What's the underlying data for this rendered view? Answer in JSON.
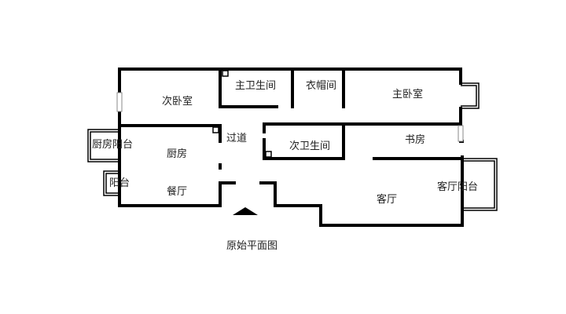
{
  "plan": {
    "caption": "原始平面图",
    "rooms": {
      "second_bedroom": "次卧室",
      "master_bath": "主卫生间",
      "cloakroom": "衣帽间",
      "master_bedroom": "主卧室",
      "kitchen_balcony": "厨房阳台",
      "kitchen": "厨房",
      "corridor": "过道",
      "second_bath": "次卫生间",
      "study": "书房",
      "balcony": "阳台",
      "dining": "餐厅",
      "living": "客厅",
      "living_balcony": "客厅阳台"
    }
  }
}
